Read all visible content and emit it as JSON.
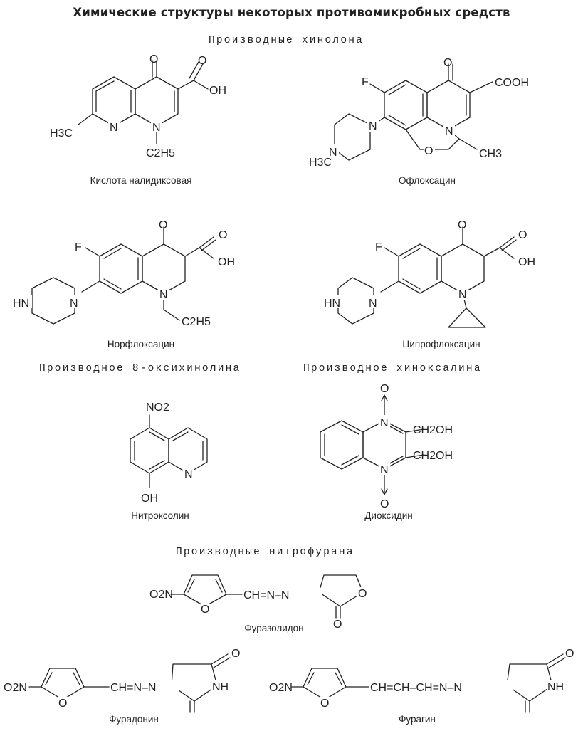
{
  "title": "Химические структуры некоторых противомикробных средств",
  "sections": {
    "quinolone": "Производные хинолона",
    "oxyquinoline": "Производное 8-оксихинолина",
    "quinoxaline": "Производное хиноксалина",
    "nitrofuran": "Производные нитрофурана"
  },
  "compounds": {
    "nalidixic": "Кислота налидиксовая",
    "ofloxacin": "Офлоксацин",
    "norfloxacin": "Норфлоксацин",
    "ciprofloxacin": "Ципрофлоксацин",
    "nitroxoline": "Нитроксолин",
    "dioxidine": "Диоксидин",
    "furazolidone": "Фуразолидон",
    "furadonin": "Фурадонин",
    "furagin": "Фурагин"
  },
  "atoms": {
    "O": "O",
    "OH": "OH",
    "N": "N",
    "F": "F",
    "HN": "HN",
    "NH": "NH",
    "COOH": "COOH",
    "H3C": "H3C",
    "CH3": "CH3",
    "C2H5": "C2H5",
    "NO2": "NO2",
    "O2N": "O2N",
    "CH2OH": "CH2OH",
    "CH=N-N": "CH=N–N",
    "CH=CH-CH=N-N": "CH=CH–CH=N–N"
  }
}
